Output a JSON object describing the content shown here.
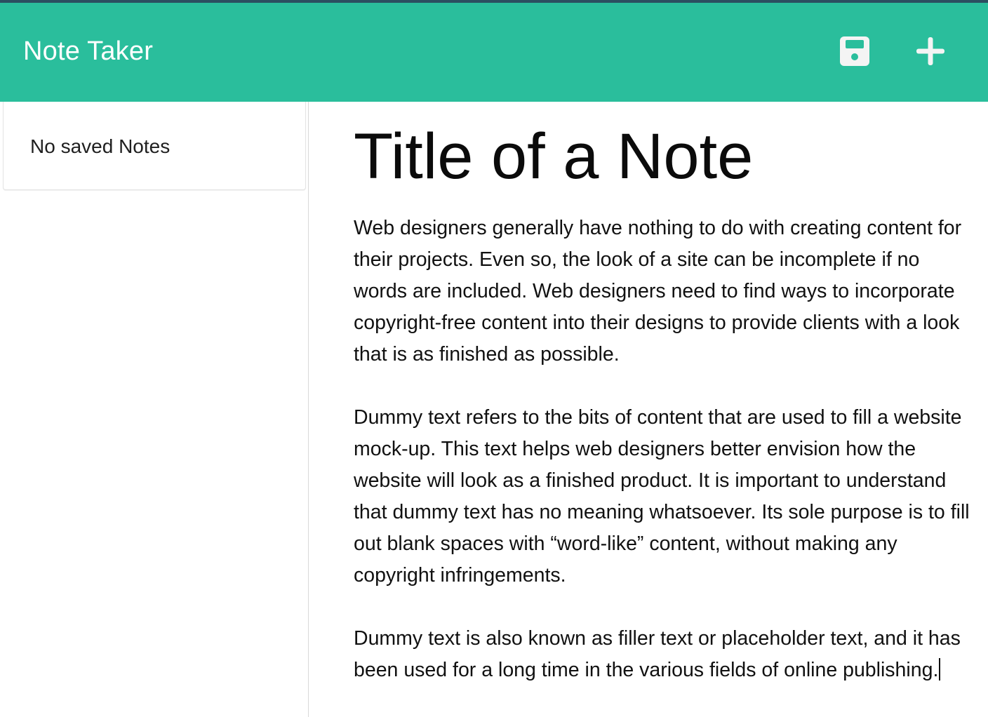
{
  "app": {
    "title": "Note Taker",
    "brand_color": "#2abe9c",
    "top_strip_color": "#2b4f61"
  },
  "toolbar": {
    "save_icon": "floppy-disk-icon",
    "new_icon": "plus-icon"
  },
  "sidebar": {
    "empty_message": "No saved Notes"
  },
  "note": {
    "title": "Title of a Note",
    "paragraphs": [
      "Web designers generally have nothing to do with creating content for their projects. Even so, the look of a site can be incomplete if no words are included. Web designers need to find ways to incorporate copyright-free content into their designs to provide clients with a look that is as finished as possible.",
      "Dummy text refers to the bits of content that are used to fill a website mock-up. This text helps web designers better envision how the website will look as a finished product. It is important to understand that dummy text has no meaning whatsoever. Its sole purpose is to fill out blank spaces with “word-like” content, without making any copyright infringements.",
      "Dummy text is also known as filler text or placeholder text, and it has been used for a long time in the various fields of online publishing."
    ]
  }
}
